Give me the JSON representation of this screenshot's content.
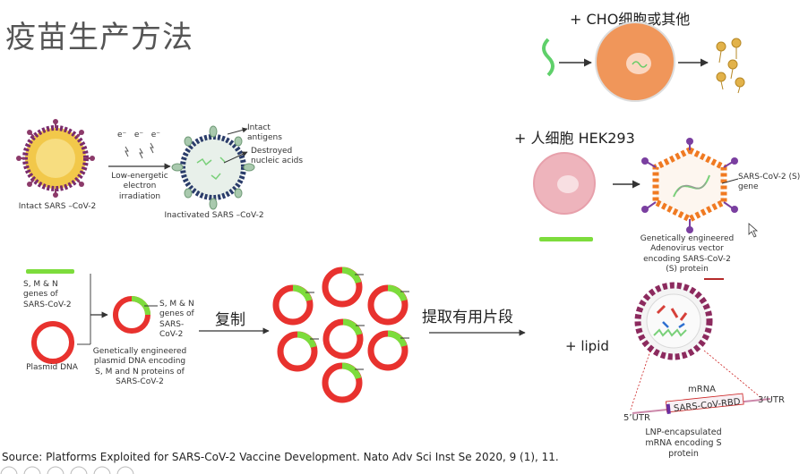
{
  "title": "疫苗生产方法",
  "cho": {
    "label": "+ CHO细胞或其他"
  },
  "hek": {
    "label": "+ 人细胞 HEK293"
  },
  "inactivated": {
    "intact_label": "Intact SARS –CoV-2",
    "electron_symbol": "e⁻",
    "process_label": "Low-energetic electron irradiation",
    "inactivated_label": "Inactivated SARS –CoV-2",
    "antigens_label": "Intact antigens",
    "nucleic_label": "Destroyed nucleic acids"
  },
  "adenovirus": {
    "gene_label": "SARS-CoV-2 (S) gene",
    "vector_label": "Genetically engineered Adenovirus vector encoding SARS-CoV-2 (S) protein"
  },
  "dna": {
    "genes_label": "S, M & N genes of SARS-CoV-2",
    "plasmid_label": "Plasmid DNA",
    "inserted_label": "S, M & N genes of SARS-CoV-2",
    "engineered_label": "Genetically engineered plasmid DNA encoding S, M and N proteins of SARS-CoV-2",
    "replicate_label": "复制",
    "extract_label": "提取有用片段"
  },
  "mrna": {
    "lipid_label": "+ lipid",
    "mrna_label": "mRNA",
    "utr5_label": "5’UTR",
    "utr3_label": "3’UTR",
    "rbd_label": "SARS-CoV-RBD",
    "lnp_label": "LNP-encapsulated mRNA encoding S protein"
  },
  "source": "Source: Platforms Exploited for SARS-CoV-2 Vaccine Development. Nato Adv Sci Inst Se 2020, 9 (1), 11.",
  "colors": {
    "plasmid_red": "#e8322e",
    "gene_green": "#7ddc3c",
    "cho_orange": "#f0965a",
    "hek_pink": "#eeb4bc"
  }
}
